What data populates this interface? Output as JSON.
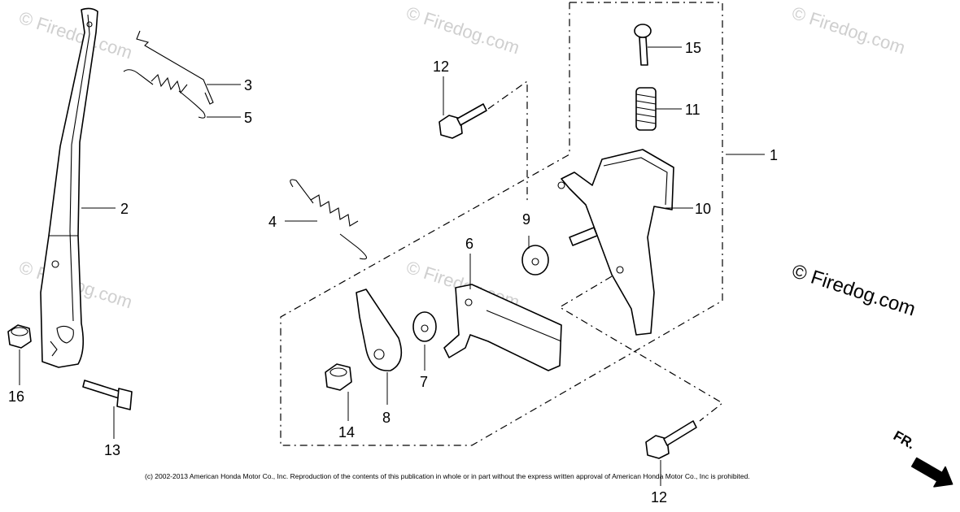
{
  "watermark": "© Firedog.com",
  "watermark_main": "© Firedog.com",
  "copyright": "(c) 2002-2013 American Honda Motor Co., Inc. Reproduction of the contents of this publication in whole or in part without the express written approval of American Honda Motor Co., Inc is prohibited.",
  "direction": "FR.",
  "callouts": {
    "p1": "1",
    "p2": "2",
    "p3": "3",
    "p4": "4",
    "p5": "5",
    "p6": "6",
    "p7": "7",
    "p8": "8",
    "p9": "9",
    "p10": "10",
    "p11": "11",
    "p12a": "12",
    "p12b": "12",
    "p13": "13",
    "p14": "14",
    "p15": "15",
    "p16": "16"
  }
}
